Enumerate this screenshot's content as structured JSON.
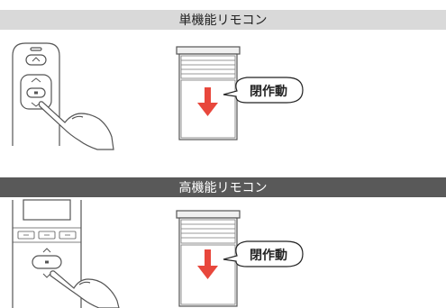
{
  "sections": [
    {
      "title": "単機能リモコン",
      "remote_type": "single-function-remote",
      "callout": "閉作動",
      "arrow_color": "#e8473c"
    },
    {
      "title": "高機能リモコン",
      "remote_type": "multi-function-remote",
      "callout": "閉作動",
      "arrow_color": "#e8473c"
    }
  ],
  "colors": {
    "banner_light": "#d9d9d9",
    "banner_dark": "#595959",
    "line": "#555555",
    "arrow": "#e8473c"
  }
}
